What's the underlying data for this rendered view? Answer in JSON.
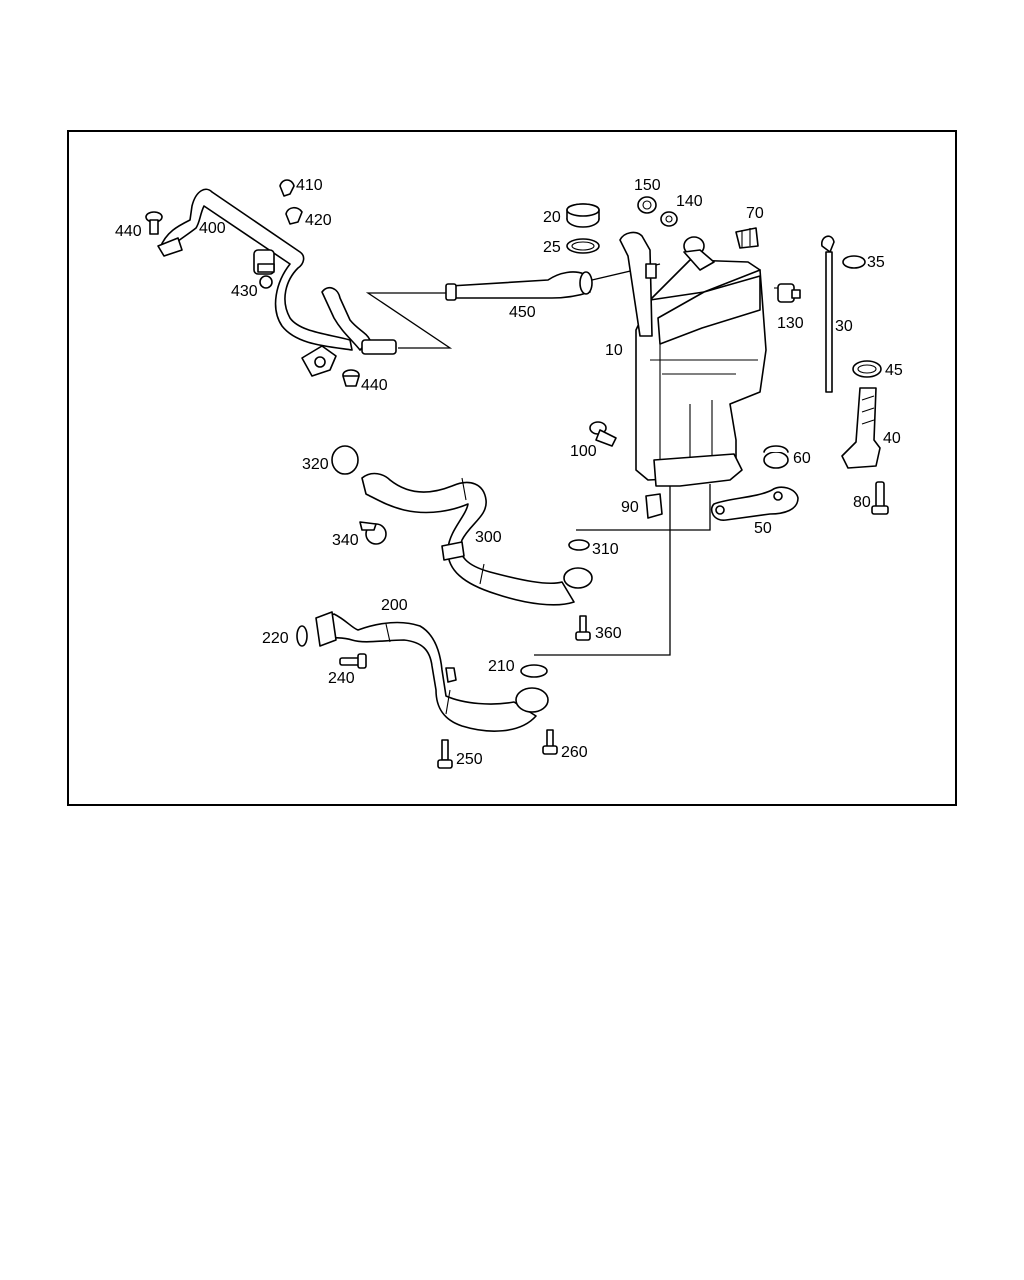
{
  "callouts": {
    "c10": "10",
    "c20": "20",
    "c25": "25",
    "c30": "30",
    "c35": "35",
    "c40": "40",
    "c45": "45",
    "c50": "50",
    "c60": "60",
    "c70": "70",
    "c80": "80",
    "c90": "90",
    "c100": "100",
    "c130": "130",
    "c140": "140",
    "c150": "150",
    "c200": "200",
    "c210": "210",
    "c220": "220",
    "c240": "240",
    "c250": "250",
    "c260": "260",
    "c300": "300",
    "c310": "310",
    "c320": "320",
    "c340": "340",
    "c360": "360",
    "c400": "400",
    "c410": "410",
    "c420": "420",
    "c430": "430",
    "c440a": "440",
    "c440b": "440",
    "c450": "450"
  },
  "colors": {
    "line": "#000000",
    "background": "#ffffff"
  }
}
